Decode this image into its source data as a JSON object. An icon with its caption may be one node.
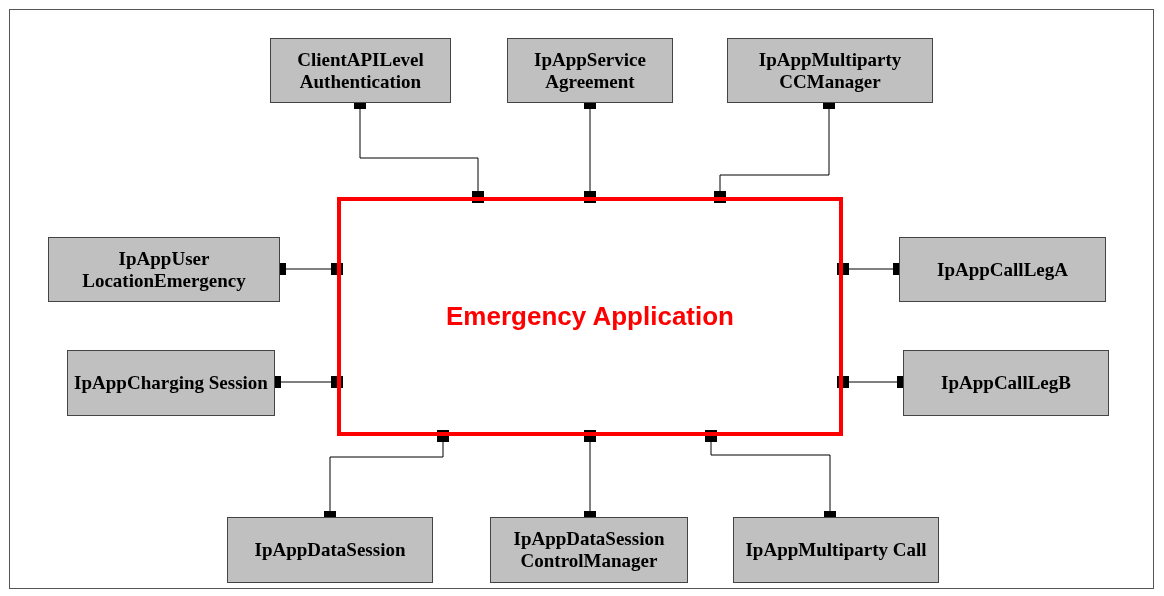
{
  "diagram": {
    "nodes": [
      {
        "text": [
          "ClientAPILevel Authentication"
        ]
      },
      {
        "text": [
          "IpAppService Agreement"
        ]
      },
      {
        "text": [
          "IpAppMultiparty CCManager"
        ]
      },
      {
        "text": [
          "Emergency Application"
        ]
      },
      {
        "text": [
          "IpAppUser LocationEmergency"
        ]
      },
      {
        "text": [
          "IpAppCallLegA"
        ]
      },
      {
        "text": [
          "IpAppCharging Session"
        ]
      },
      {
        "text": [
          "IpAppCallLegB"
        ]
      },
      {
        "text": [
          "IpAppDataSession"
        ]
      },
      {
        "text": [
          "IpAppDataSession ControlManager"
        ]
      },
      {
        "text": [
          "IpAppMultiparty Call"
        ]
      }
    ],
    "edges": [
      {
        "from": 0,
        "to": 3,
        "arrow": "other"
      },
      {
        "from": 1,
        "to": 3,
        "arrow": "other"
      },
      {
        "from": 2,
        "to": 3,
        "arrow": "other"
      },
      {
        "from": 4,
        "to": 3,
        "arrow": "other"
      },
      {
        "from": 5,
        "to": 3,
        "arrow": "other"
      },
      {
        "from": 6,
        "to": 3,
        "arrow": "other"
      },
      {
        "from": 7,
        "to": 3,
        "arrow": "other"
      },
      {
        "from": 8,
        "to": 3,
        "arrow": "other"
      },
      {
        "from": 9,
        "to": 3,
        "arrow": "other"
      },
      {
        "from": 10,
        "to": 3,
        "arrow": "other"
      }
    ]
  }
}
